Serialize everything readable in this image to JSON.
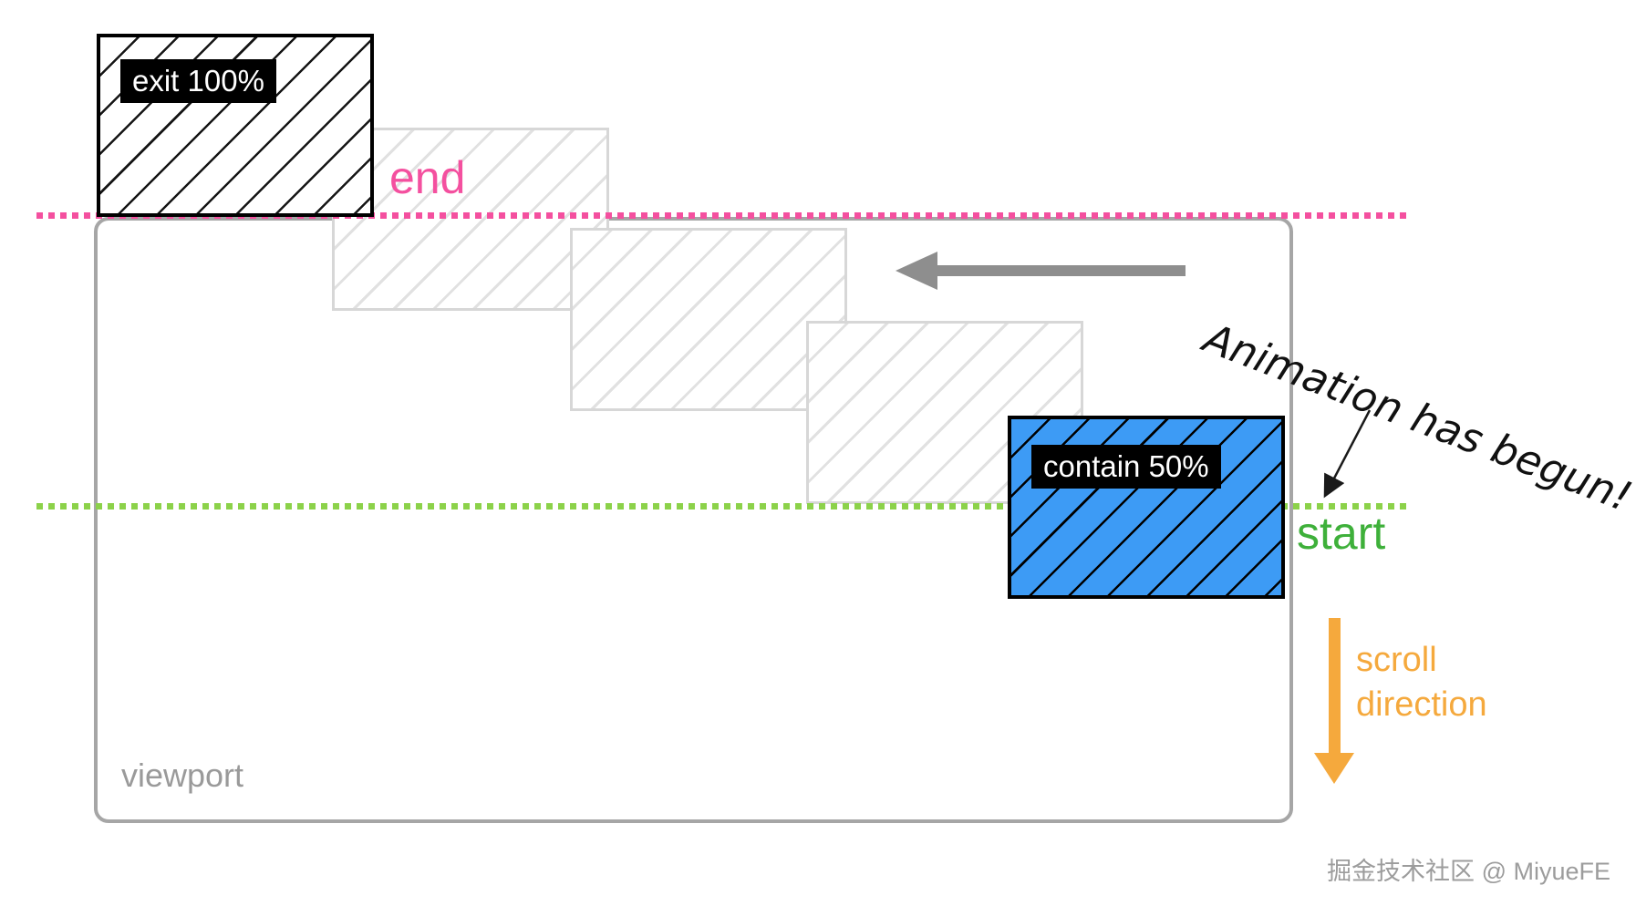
{
  "viewport": {
    "label": "viewport"
  },
  "markers": {
    "end": {
      "label": "end",
      "color": "#f4509f"
    },
    "start": {
      "label": "start",
      "color": "#3eb03a",
      "line_color": "#8cd24a"
    }
  },
  "boxes": {
    "exit": {
      "label": "exit 100%"
    },
    "contain": {
      "label": "contain 50%",
      "fill": "#3d9bf5"
    },
    "ghost_count": 3
  },
  "annotation": {
    "text": "Animation has begun!"
  },
  "scroll_direction": {
    "line1": "scroll",
    "line2": "direction",
    "color": "#f5a93d"
  },
  "watermark": {
    "text": "掘金技术社区 @ MiyueFE"
  }
}
